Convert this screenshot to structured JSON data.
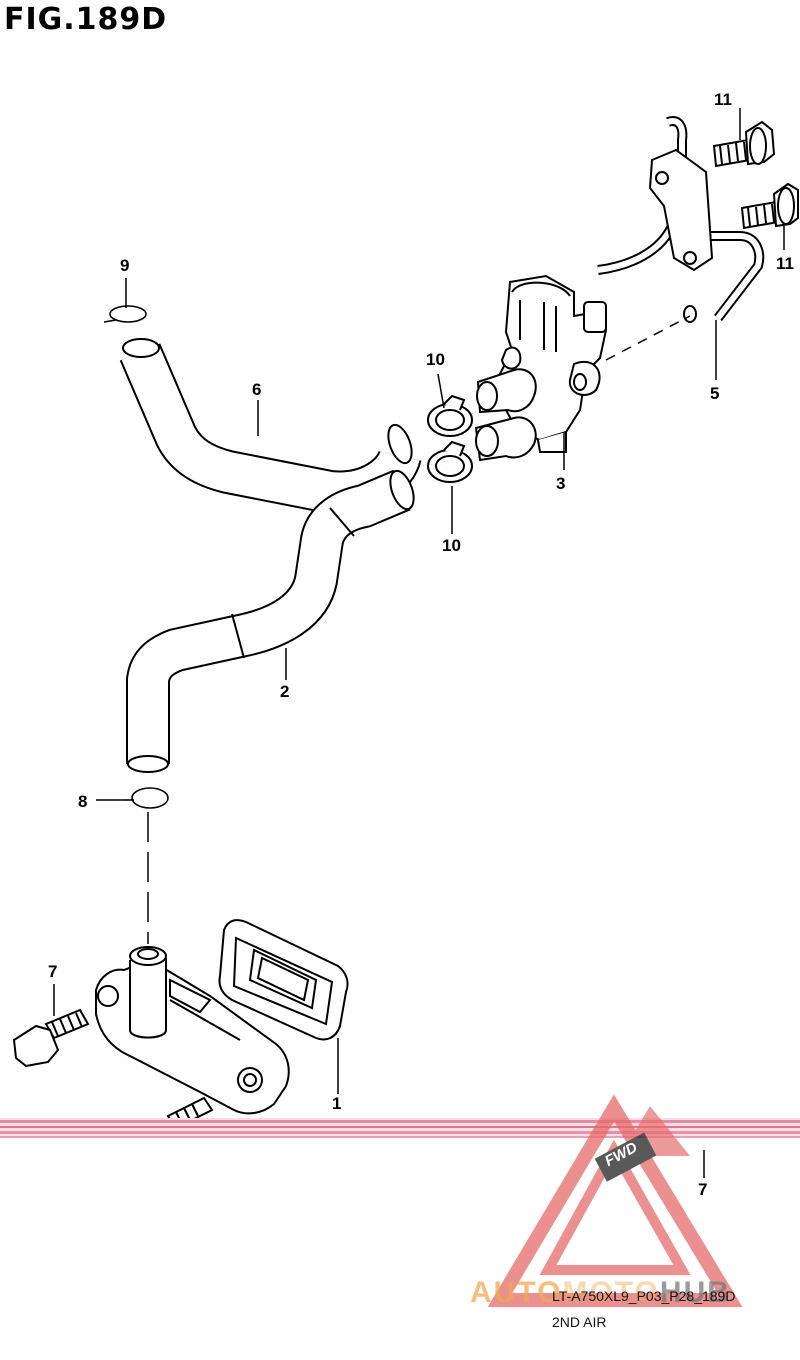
{
  "figure": {
    "title": "FIG.189D",
    "code": "LT-A750XL9_P03_P28_189D",
    "caption": "2ND AIR"
  },
  "callouts": {
    "c1": "1",
    "c2": "2",
    "c3": "3",
    "c5": "5",
    "c6": "6",
    "c7a": "7",
    "c7b": "7",
    "c8": "8",
    "c9": "9",
    "c10a": "10",
    "c10b": "10",
    "c11a": "11",
    "c11b": "11"
  },
  "watermark": {
    "brand_a": "AUTO",
    "brand_b": "MOTO",
    "brand_c": "HUB",
    "badge": "FWD",
    "colors": {
      "triangle": "#e66a6a",
      "band": "#d44a6a"
    }
  }
}
